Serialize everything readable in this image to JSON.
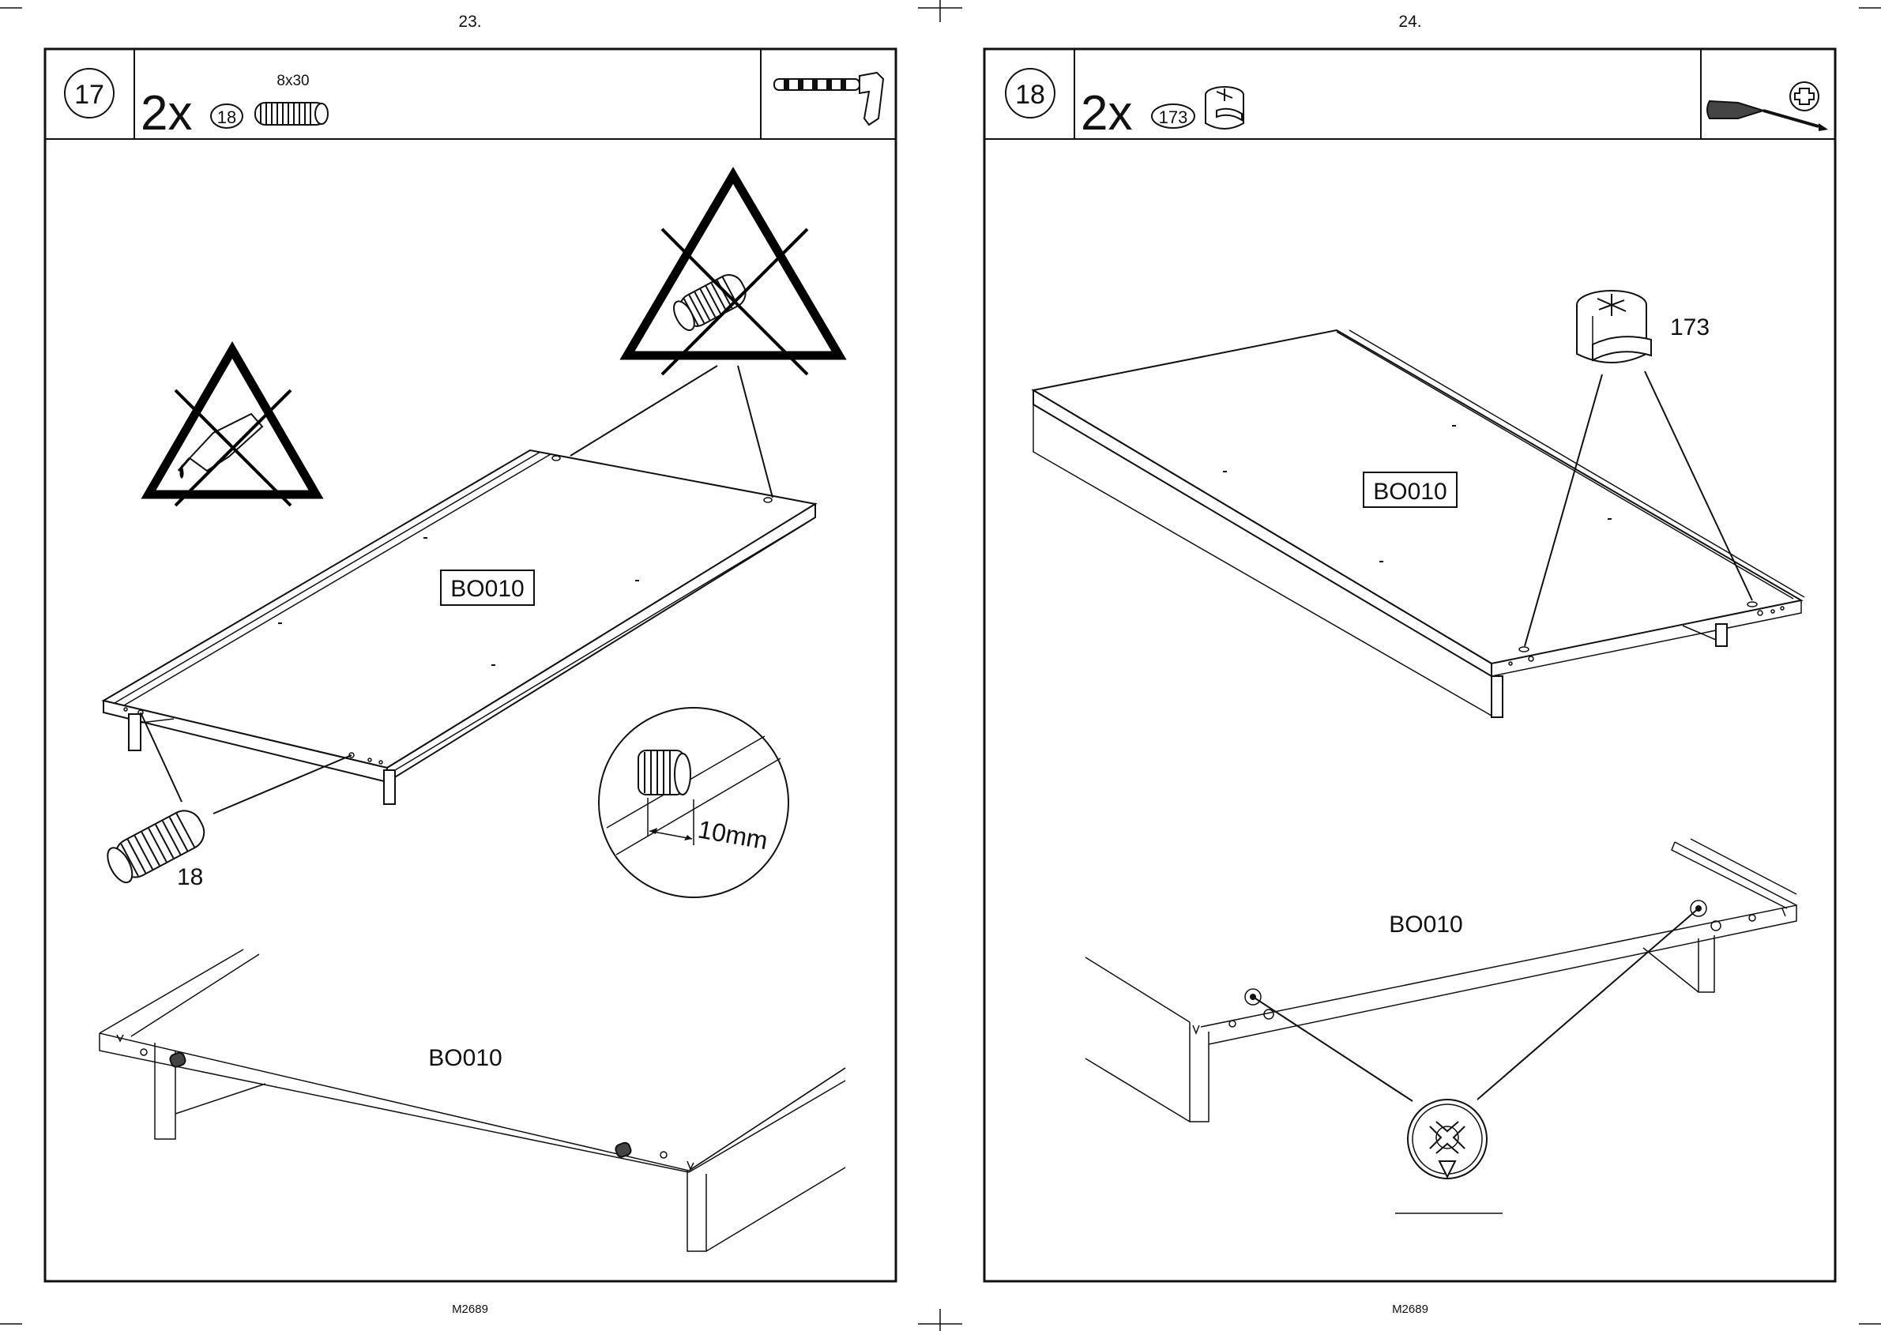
{
  "pages": [
    {
      "page_number": "23.",
      "footer_code": "M2689",
      "step_number": "17",
      "quantity": "2x",
      "part_id": "18",
      "part_size": "8x30",
      "tool": "hammer-icon",
      "panel_label_boxed": "BO010",
      "panel_label_detail": "BO010",
      "part_callout": "18",
      "measure_label": "10mm",
      "warnings": [
        "no-glue-icon",
        "no-dowel-icon"
      ]
    },
    {
      "page_number": "24.",
      "footer_code": "M2689",
      "step_number": "18",
      "quantity": "2x",
      "part_id": "173",
      "tool": "phillips-screwdriver-icon",
      "panel_label_boxed": "BO010",
      "panel_label_detail": "BO010",
      "part_callout": "173"
    }
  ],
  "colors": {
    "ink": "#111111",
    "paper": "#ffffff"
  }
}
